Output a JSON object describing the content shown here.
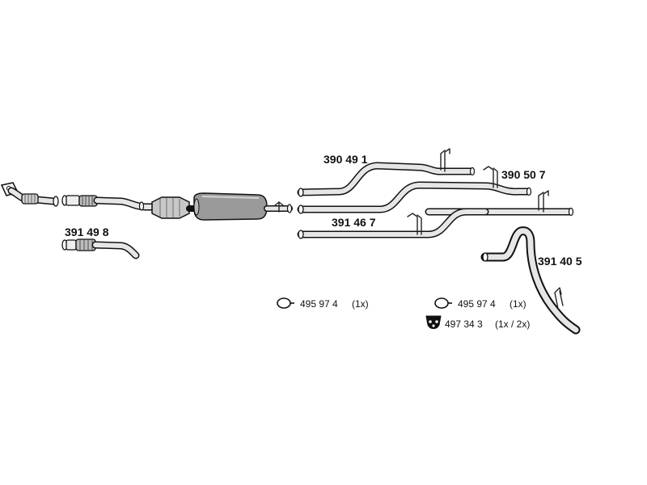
{
  "parts": [
    {
      "id": "front-pipe",
      "number": ""
    },
    {
      "id": "flex-pipe",
      "number": "391 49 8"
    },
    {
      "id": "catalytic-converter",
      "number": ""
    },
    {
      "id": "center-muffler",
      "number": ""
    },
    {
      "id": "tailpipe-a",
      "number": "390 49 1"
    },
    {
      "id": "tailpipe-b",
      "number": "390 50 7"
    },
    {
      "id": "tailpipe-c",
      "number": "391 46 7"
    },
    {
      "id": "tailpipe-d",
      "number": "391 40 5"
    }
  ],
  "accessories": [
    {
      "number": "495 97 4",
      "qty": "(1x)",
      "icon": "rubber-ring-icon"
    },
    {
      "number": "495 97 4",
      "qty": "(1x)",
      "icon": "rubber-ring-icon"
    },
    {
      "number": "497 34 3",
      "qty": "(1x / 2x)",
      "icon": "clamp-icon"
    }
  ],
  "colors": {
    "line": "#111111",
    "fill": "#e6e6e6",
    "muffler": "#9a9a9a"
  }
}
